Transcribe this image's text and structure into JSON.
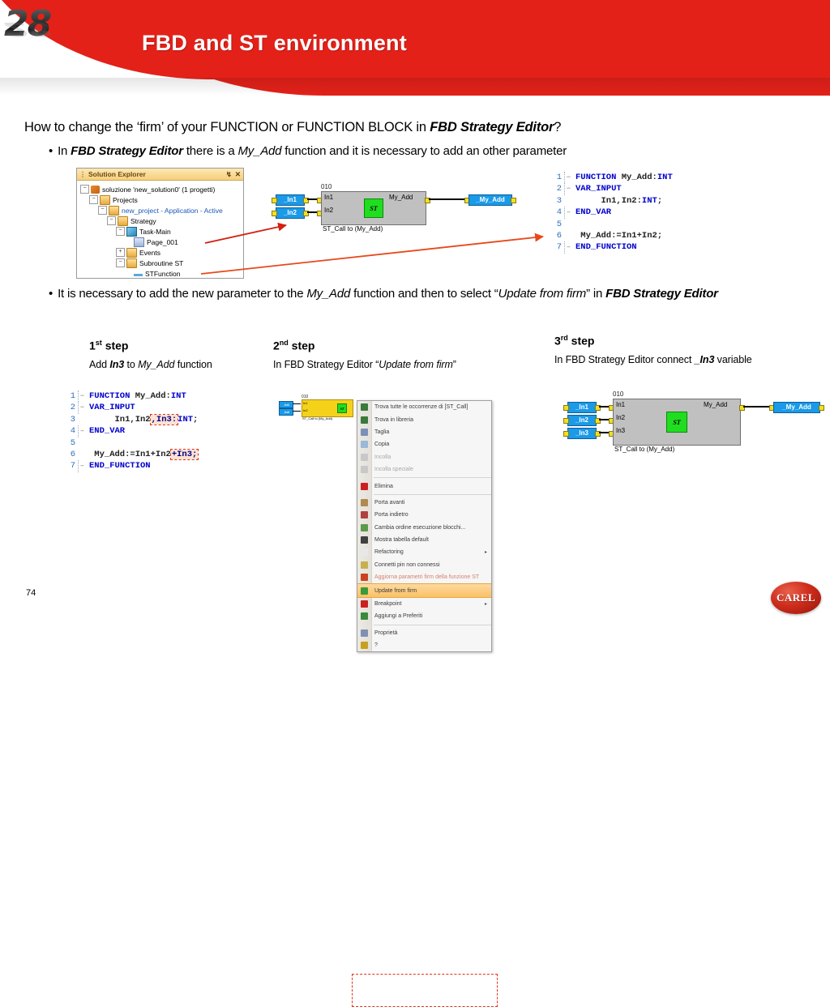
{
  "header": {
    "slide_number": "28",
    "title": "FBD and ST environment",
    "banner_color": "#e32119"
  },
  "content": {
    "lead_parts": [
      {
        "t": "How to change the ‘firm’ of your FUNCTION or FUNCTION BLOCK in ",
        "s": "n"
      },
      {
        "t": "FBD Strategy Editor",
        "s": "b"
      },
      {
        "t": "?",
        "s": "n"
      }
    ],
    "bullet1_parts": [
      {
        "t": "In ",
        "s": "n"
      },
      {
        "t": "FBD Strategy Editor",
        "s": "b"
      },
      {
        "t": " there is a ",
        "s": "n"
      },
      {
        "t": "My_Add",
        "s": "i"
      },
      {
        "t": " function and it is necessary to add an other parameter",
        "s": "n"
      }
    ],
    "bullet2_parts": [
      {
        "t": "It is necessary to add the new parameter to the ",
        "s": "n"
      },
      {
        "t": "My_Add",
        "s": "i"
      },
      {
        "t": " function and then to select “",
        "s": "n"
      },
      {
        "t": "Update from firm",
        "s": "i"
      },
      {
        "t": "” in ",
        "s": "n"
      },
      {
        "t": "FBD Strategy Editor",
        "s": "b"
      }
    ],
    "bullet_dot": "•"
  },
  "solution_explorer": {
    "title": "Solution Explorer",
    "grip": "⋮",
    "pin_icon": "↯",
    "close_icon": "✕",
    "tree": [
      {
        "indent": 0,
        "expander": "−",
        "icon": "solution-icon",
        "label": "soluzione 'new_solution0' (1 progetti)",
        "link": false
      },
      {
        "indent": 1,
        "expander": "−",
        "icon": "folder-icon",
        "label": "Projects",
        "link": false
      },
      {
        "indent": 2,
        "expander": "−",
        "icon": "folder-icon",
        "label": "new_project  - Application - Active",
        "link": true
      },
      {
        "indent": 3,
        "expander": "−",
        "icon": "folder-icon",
        "label": "Strategy",
        "link": false
      },
      {
        "indent": 4,
        "expander": "−",
        "icon": "task-icon",
        "label": "Task-Main",
        "link": false
      },
      {
        "indent": 5,
        "expander": "",
        "icon": "page-icon",
        "label": "Page_001",
        "link": false
      },
      {
        "indent": 4,
        "expander": "+",
        "icon": "folder-icon",
        "label": "Events",
        "link": false
      },
      {
        "indent": 4,
        "expander": "−",
        "icon": "folder-icon",
        "label": "Subroutine ST",
        "link": false
      },
      {
        "indent": 5,
        "expander": "",
        "icon": "function-icon",
        "label": "STFunction",
        "link": false
      }
    ]
  },
  "code_top": {
    "lines": [
      {
        "num": "1",
        "gutter": "−",
        "segments": [
          {
            "t": "FUNCTION ",
            "c": "kw"
          },
          {
            "t": "My_Add",
            "c": "pl"
          },
          {
            "t": ":",
            "c": "pl"
          },
          {
            "t": "INT",
            "c": "kw"
          }
        ]
      },
      {
        "num": "2",
        "gutter": "−",
        "segments": [
          {
            "t": "VAR_INPUT",
            "c": "kw"
          }
        ]
      },
      {
        "num": "3",
        "gutter": "",
        "segments": [
          {
            "t": "     In1,In2:",
            "c": "pl"
          },
          {
            "t": "INT",
            "c": "kw"
          },
          {
            "t": ";",
            "c": "pl"
          }
        ]
      },
      {
        "num": "4",
        "gutter": "–",
        "segments": [
          {
            "t": "END_VAR",
            "c": "kw"
          }
        ]
      },
      {
        "num": "5",
        "gutter": "",
        "segments": [
          {
            "t": "",
            "c": "pl"
          }
        ]
      },
      {
        "num": "6",
        "gutter": "",
        "segments": [
          {
            "t": " My_Add:=In1+In2;",
            "c": "pl"
          }
        ]
      },
      {
        "num": "7",
        "gutter": "–",
        "segments": [
          {
            "t": "END_FUNCTION",
            "c": "kw"
          }
        ]
      }
    ]
  },
  "code_step1": {
    "lines": [
      {
        "num": "1",
        "gutter": "−",
        "segments": [
          {
            "t": "FUNCTION ",
            "c": "kw"
          },
          {
            "t": "My_Add",
            "c": "pl"
          },
          {
            "t": ":",
            "c": "pl"
          },
          {
            "t": "INT",
            "c": "kw"
          }
        ]
      },
      {
        "num": "2",
        "gutter": "−",
        "segments": [
          {
            "t": "VAR_INPUT",
            "c": "kw"
          }
        ]
      },
      {
        "num": "3",
        "gutter": "",
        "segments": [
          {
            "t": "     In1,In2",
            "c": "pl"
          },
          {
            "t": ",In3:",
            "c": "hl"
          },
          {
            "t": "INT",
            "c": "kw"
          },
          {
            "t": ";",
            "c": "pl"
          }
        ]
      },
      {
        "num": "4",
        "gutter": "–",
        "segments": [
          {
            "t": "END_VAR",
            "c": "kw"
          }
        ]
      },
      {
        "num": "5",
        "gutter": "",
        "segments": [
          {
            "t": "",
            "c": "pl"
          }
        ]
      },
      {
        "num": "6",
        "gutter": "",
        "segments": [
          {
            "t": " My_Add:=In1+In2",
            "c": "pl"
          },
          {
            "t": "+In3;",
            "c": "hl"
          }
        ]
      },
      {
        "num": "7",
        "gutter": "–",
        "segments": [
          {
            "t": "END_FUNCTION",
            "c": "kw"
          }
        ]
      }
    ]
  },
  "fbd_top": {
    "block_number": "010",
    "inputs": [
      "In1",
      "In2"
    ],
    "input_vars": [
      "_In1",
      "_In2"
    ],
    "output": "My_Add",
    "output_var": "_My_Add",
    "st_icon_label": "ST",
    "caption": "ST_Call to  (My_Add)"
  },
  "fbd_step3": {
    "block_number": "010",
    "inputs": [
      "In1",
      "In2",
      "In3"
    ],
    "input_vars": [
      "_In1",
      "_In2",
      "_In3"
    ],
    "output": "My_Add",
    "output_var": "_My_Add",
    "st_icon_label": "ST",
    "caption": "ST_Call to  (My_Add)"
  },
  "fbd_step2_small": {
    "block_number": "010",
    "inputs": [
      "In1",
      "In2"
    ],
    "input_vars": [
      "_In1",
      "_In2"
    ],
    "st_icon_label": "ST",
    "caption": "ST_Call to  (My_Add)"
  },
  "steps": [
    {
      "ordinal": "1",
      "suffix": "st",
      "word": "step",
      "desc_parts": [
        {
          "t": "Add ",
          "s": "n"
        },
        {
          "t": "In3",
          "s": "b"
        },
        {
          "t": " to ",
          "s": "n"
        },
        {
          "t": "My_Add",
          "s": "i"
        },
        {
          "t": " function",
          "s": "n"
        }
      ]
    },
    {
      "ordinal": "2",
      "suffix": "nd",
      "word": "step",
      "desc_parts": [
        {
          "t": "In FBD Strategy Editor “",
          "s": "n"
        },
        {
          "t": "Update from firm",
          "s": "i"
        },
        {
          "t": "”",
          "s": "n"
        }
      ]
    },
    {
      "ordinal": "3",
      "suffix": "rd",
      "word": "step",
      "desc_parts": [
        {
          "t": "In FBD Strategy Editor connect ",
          "s": "n"
        },
        {
          "t": "_In3",
          "s": "b"
        },
        {
          "t": " variable",
          "s": "n"
        }
      ]
    }
  ],
  "context_menu": {
    "items": [
      {
        "label": "Trova tutte le occorrenze di [ST_Call]",
        "icon": "find-all-icon",
        "color": "#3a7a3a",
        "state": "normal"
      },
      {
        "label": "Trova in libreria",
        "icon": "find-library-icon",
        "color": "#3a7a3a",
        "state": "normal"
      },
      {
        "label": "Taglia",
        "icon": "cut-icon",
        "color": "#7a90b8",
        "state": "normal"
      },
      {
        "label": "Copia",
        "icon": "copy-icon",
        "color": "#9ab8d8",
        "state": "normal"
      },
      {
        "label": "Incolla",
        "icon": "paste-icon",
        "color": "#c8c8c8",
        "state": "disabled"
      },
      {
        "label": "Incolla speciale",
        "icon": "paste-special-icon",
        "color": "#c8c8c8",
        "state": "disabled"
      },
      {
        "separator": true
      },
      {
        "label": "Elimina",
        "icon": "delete-icon",
        "color": "#cc2020",
        "state": "normal"
      },
      {
        "separator": true
      },
      {
        "label": "Porta avanti",
        "icon": "bring-forward-icon",
        "color": "#b08a50",
        "state": "normal"
      },
      {
        "label": "Porta indietro",
        "icon": "send-backward-icon",
        "color": "#b04040",
        "state": "normal"
      },
      {
        "label": "Cambia ordine esecuzione blocchi...",
        "icon": "reorder-blocks-icon",
        "color": "#5a9a4a",
        "state": "normal"
      },
      {
        "label": "Mostra tabella default",
        "icon": "show-table-icon",
        "color": "#404040",
        "state": "normal"
      },
      {
        "label": "Refactoring",
        "icon": "refactoring-icon",
        "color": "#e8e8e8",
        "state": "submenu",
        "submenu_arrow": "▸"
      },
      {
        "label": "Connetti pin non connessi",
        "icon": "connect-pins-icon",
        "color": "#c8b050",
        "state": "normal"
      },
      {
        "label": "Aggiorna parametri firm della funzione ST",
        "icon": "update-params-icon",
        "color": "#cc4020",
        "state": "obscured"
      },
      {
        "label": "Update from firm",
        "icon": "update-from-firm-icon",
        "color": "#3a9a3a",
        "state": "highlighted"
      },
      {
        "label": "Breakpoint",
        "icon": "breakpoint-icon",
        "color": "#cc2020",
        "state": "submenu",
        "submenu_arrow": "▸"
      },
      {
        "label": "Aggiungi a Preferiti",
        "icon": "favorites-icon",
        "color": "#3a8a3a",
        "state": "normal"
      },
      {
        "separator": true
      },
      {
        "label": "Proprietà",
        "icon": "properties-icon",
        "color": "#8090b0",
        "state": "normal"
      },
      {
        "label": "?",
        "icon": "help-icon",
        "color": "#c8a020",
        "state": "normal"
      }
    ]
  },
  "footer": {
    "page_number": "74",
    "logo_text": "CAREL"
  }
}
